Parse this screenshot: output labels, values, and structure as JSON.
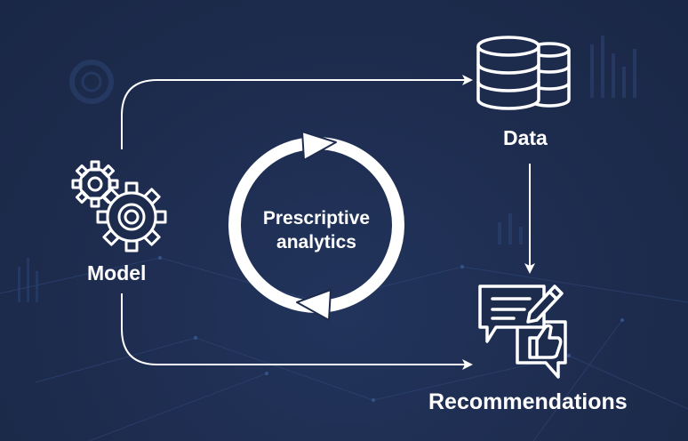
{
  "center": {
    "line1": "Prescriptive",
    "line2": "analytics"
  },
  "nodes": {
    "model": {
      "label": "Model",
      "icon": "gears-icon"
    },
    "data": {
      "label": "Data",
      "icon": "database-icon"
    },
    "recommendations": {
      "label": "Recommendations",
      "icon": "chat-thumbs-up-icon"
    }
  },
  "colors": {
    "background": "#1d2b4d",
    "foreground": "#ffffff",
    "decoration": "#2f4a7a"
  }
}
